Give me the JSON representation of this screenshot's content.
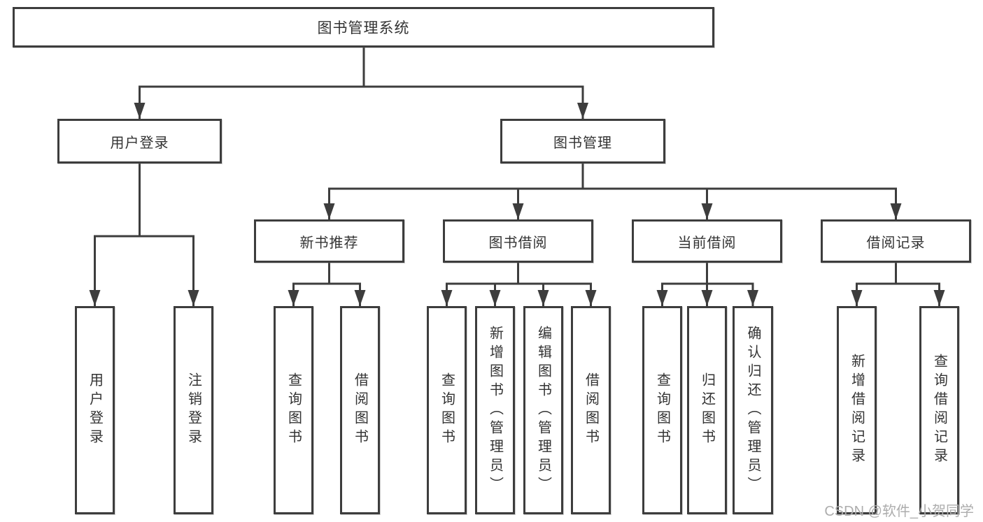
{
  "tree": {
    "label": "图书管理系统",
    "children": [
      {
        "label": "用户登录",
        "children": [
          {
            "label": "用户登录"
          },
          {
            "label": "注销登录"
          }
        ]
      },
      {
        "label": "图书管理",
        "children": [
          {
            "label": "新书推荐",
            "children": [
              {
                "label": "查询图书"
              },
              {
                "label": "借阅图书"
              }
            ]
          },
          {
            "label": "图书借阅",
            "children": [
              {
                "label": "查询图书"
              },
              {
                "label": "新增图书（管理员）"
              },
              {
                "label": "编辑图书（管理员）"
              },
              {
                "label": "借阅图书"
              }
            ]
          },
          {
            "label": "当前借阅",
            "children": [
              {
                "label": "查询图书"
              },
              {
                "label": "归还图书"
              },
              {
                "label": "确认归还（管理员）"
              }
            ]
          },
          {
            "label": "借阅记录",
            "children": [
              {
                "label": "新增借阅记录"
              },
              {
                "label": "查询借阅记录"
              }
            ]
          }
        ]
      }
    ]
  },
  "watermark": {
    "text": "CSDN @软件_小贺同学"
  },
  "colors": {
    "line": "#3d3d3d",
    "box_border": "#3d3d3d",
    "text": "#333333",
    "watermark": "#adadad",
    "background": "#ffffff"
  }
}
